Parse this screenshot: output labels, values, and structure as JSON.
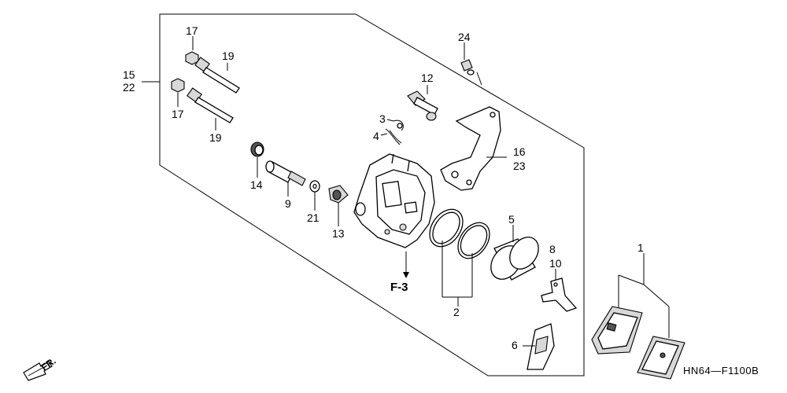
{
  "diagram_code": "HN64—F1100B",
  "direction_label": "FR.",
  "reference_label": "F-3",
  "callouts": {
    "c1": "1",
    "c2": "2",
    "c3": "3",
    "c4": "4",
    "c5": "5",
    "c6": "6",
    "c8": "8",
    "c9": "9",
    "c10": "10",
    "c12": "12",
    "c13": "13",
    "c14": "14",
    "c15": "15",
    "c16": "16",
    "c17a": "17",
    "c17b": "17",
    "c19a": "19",
    "c19b": "19",
    "c21": "21",
    "c22": "22",
    "c23": "23",
    "c24": "24"
  }
}
